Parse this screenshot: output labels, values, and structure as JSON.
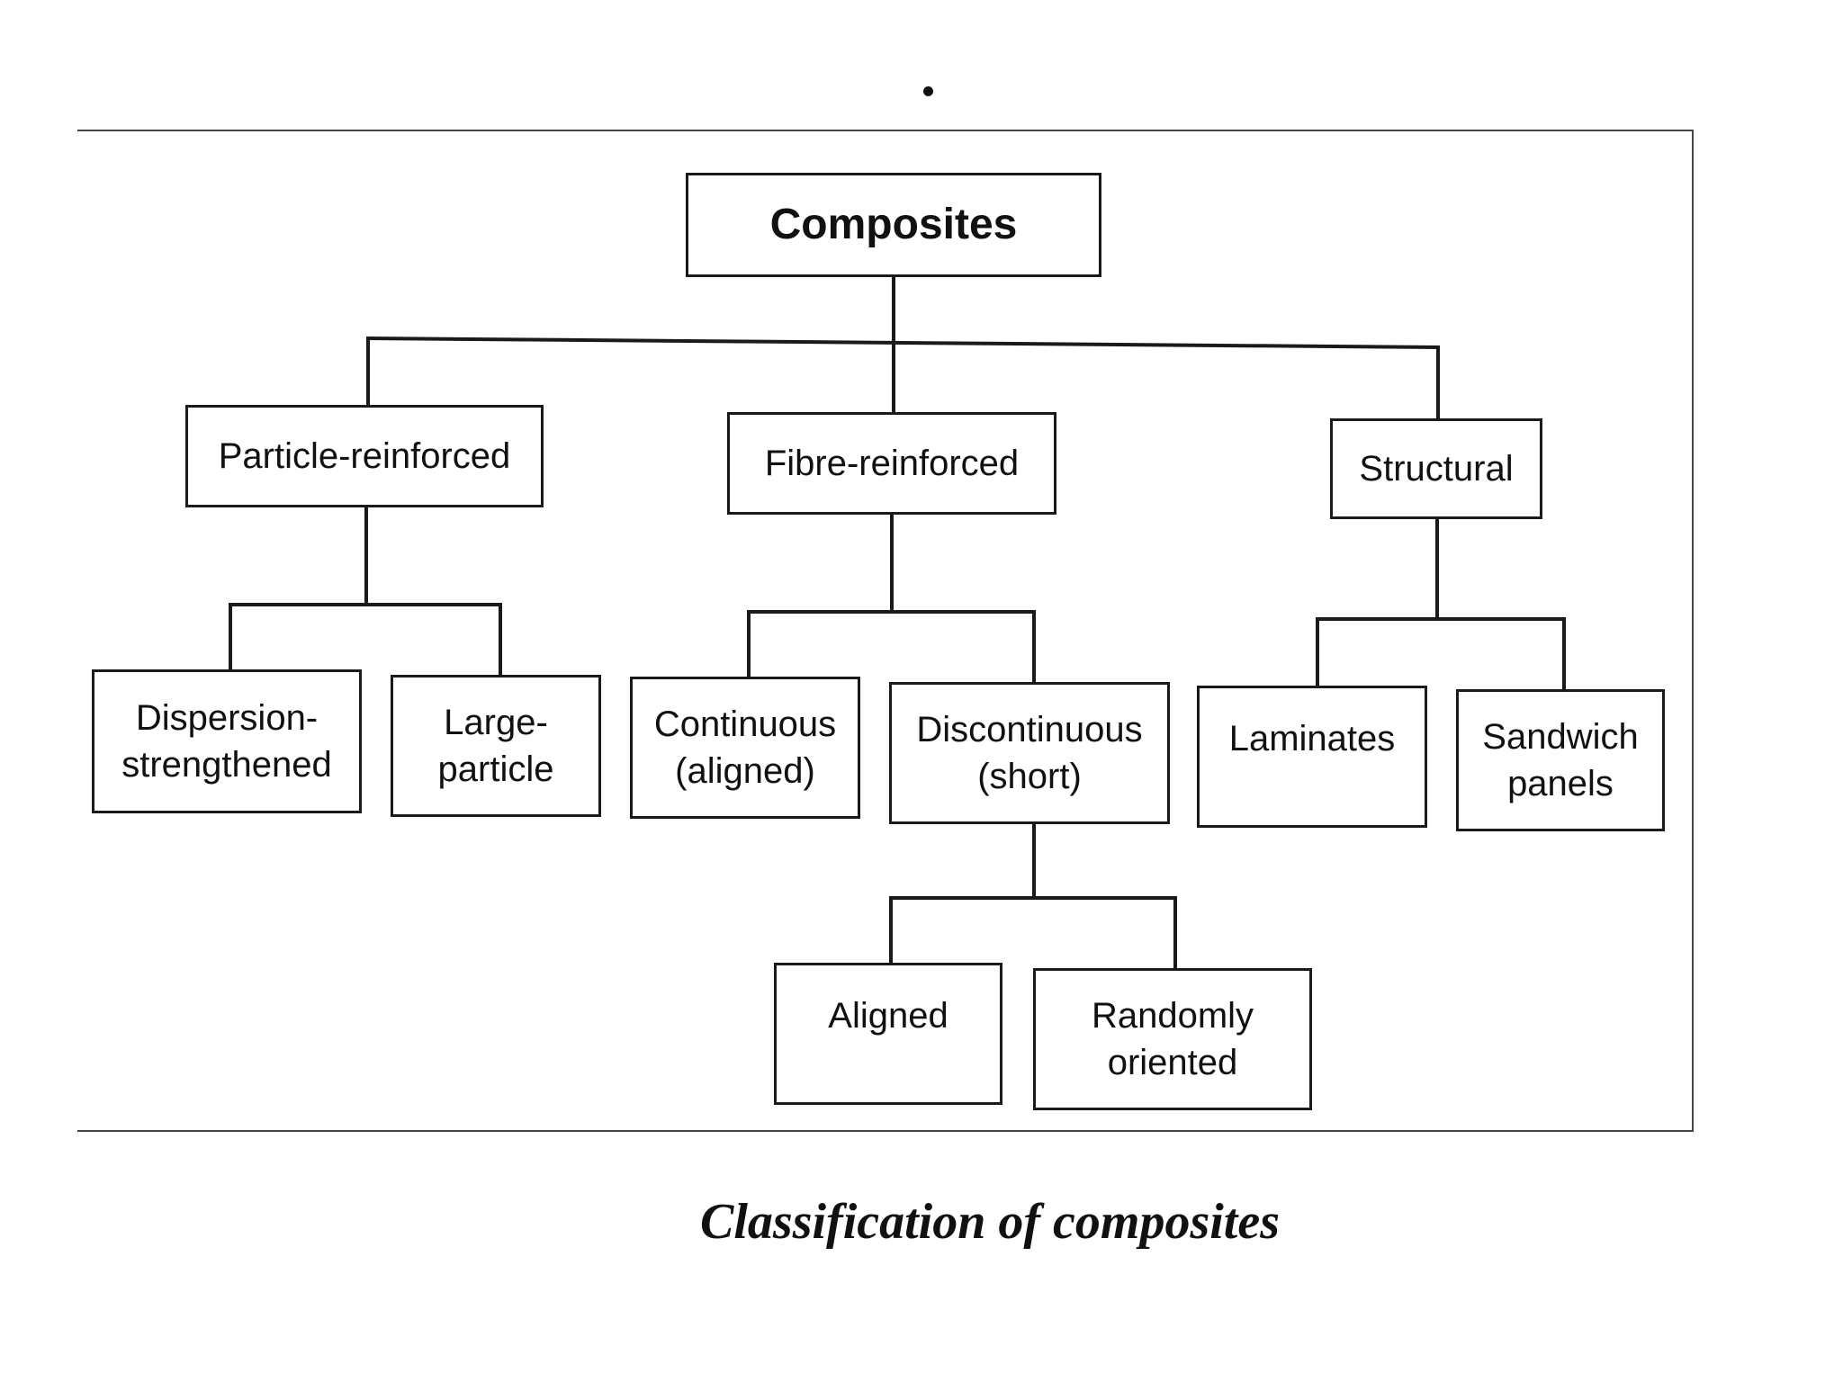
{
  "diagram": {
    "root": "Composites",
    "categories": {
      "particle": "Particle-reinforced",
      "fibre": "Fibre-reinforced",
      "structural": "Structural"
    },
    "leaves": {
      "dispersion": "Dispersion-\nstrengthened",
      "large_particle": "Large-\nparticle",
      "continuous": "Continuous\n(aligned)",
      "discontinuous": "Discontinuous\n(short)",
      "laminates": "Laminates",
      "sandwich": "Sandwich\npanels",
      "aligned": "Aligned",
      "randomly": "Randomly\noriented"
    }
  },
  "caption": "Classification of composites"
}
